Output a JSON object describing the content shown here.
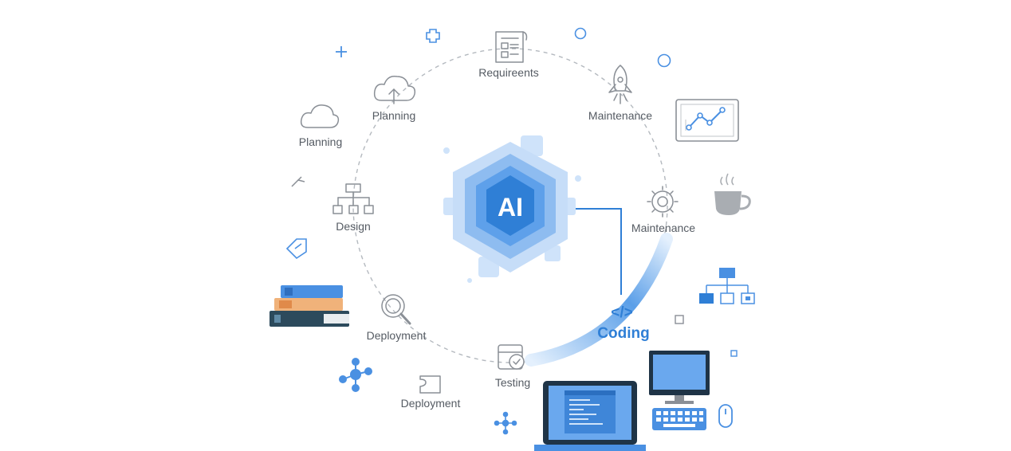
{
  "center": {
    "label": "AI"
  },
  "stages": {
    "requirements": "Requireents",
    "planning_inner": "Planning",
    "planning_outer": "Planning",
    "maintenance_top": "Maintenance",
    "maintenance_right": "Maintenance",
    "design": "Design",
    "deployment_inner": "Deployment",
    "deployment_outer": "Deployment",
    "testing": "Testing",
    "coding": "Coding",
    "coding_symbol": "</>"
  },
  "icons": [
    "document-icon",
    "cloud-upload-icon",
    "cloud-icon",
    "rocket-icon",
    "analytics-monitor-icon",
    "gear-icon",
    "coffee-cup-icon",
    "hierarchy-icon",
    "magnifier-icon",
    "calendar-check-icon",
    "books-icon",
    "laptop-code-icon",
    "desktop-computer-icon",
    "keyboard-icon",
    "mouse-icon",
    "network-nodes-icon",
    "org-chart-icon",
    "plus-icon",
    "pin-icon",
    "puzzle-icon",
    "diamond-shape-icon"
  ],
  "colors": {
    "accent": "#2f7fd6",
    "accent_light": "#a9cdf4",
    "text": "#555b63",
    "icon_gray": "#8a8f96"
  }
}
